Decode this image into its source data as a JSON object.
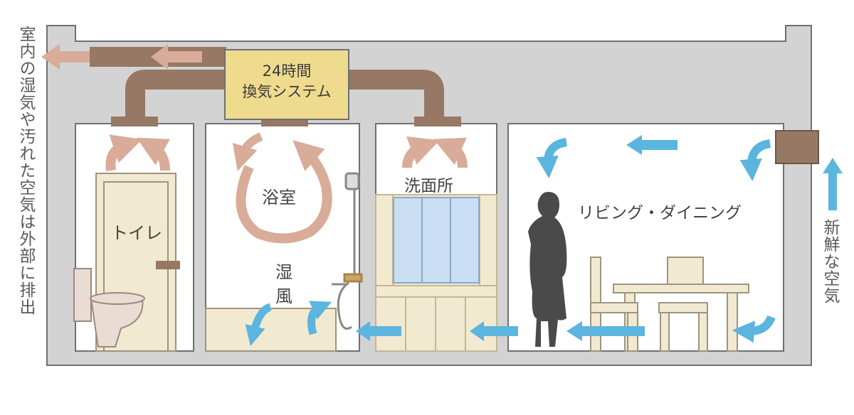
{
  "system": {
    "line1": "24時間",
    "line2": "換気システム"
  },
  "captions": {
    "exhaust": "室内の湿気や汚れた空気は外部に排出",
    "fresh": "新鮮な空気"
  },
  "rooms": {
    "toilet": "トイレ",
    "bathroom": "浴室",
    "humid_air": "湿風",
    "washroom": "洗面所",
    "living_dining": "リビング・ダイニング"
  },
  "colors": {
    "house_wall": "#d3d3d3",
    "wall_outline": "#707070",
    "duct": "#967865",
    "exhaust_arrow": "#d8ac98",
    "fresh_arrow": "#5bb5de",
    "system_box": "#eedb8e",
    "furniture": "#f2ead0",
    "person": "#4a4a4a"
  }
}
